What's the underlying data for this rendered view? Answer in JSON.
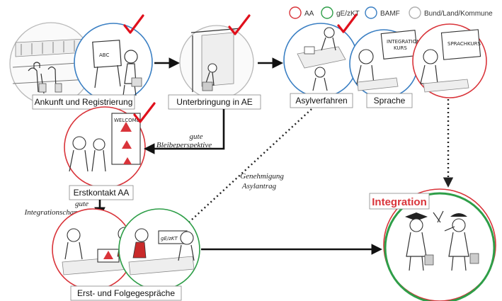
{
  "legend": [
    {
      "label": "AA",
      "color": "#d9343a"
    },
    {
      "label": "gE/zKT",
      "color": "#2e9e48"
    },
    {
      "label": "BAMF",
      "color": "#3a7fc3"
    },
    {
      "label": "Bund/Land/Kommune",
      "color": "#b0b0b0"
    }
  ],
  "stages": {
    "arrival": "Ankunft und Registrierung",
    "housing": "Unterbringung in AE",
    "asylum": "Asylverfahren",
    "language": "Sprache",
    "first_contact": "Erstkontakt AA",
    "talks": "Erst- und Folgegespräche",
    "integration": "Integration"
  },
  "edge_labels": {
    "good_prospect": [
      "gute",
      "Bleibeperspektive"
    ],
    "approval": [
      "Genehmigung",
      "Asylantrag"
    ],
    "good_chances": [
      "gute",
      "Integrationschancen"
    ]
  },
  "board_texts": {
    "abc": "ABC",
    "welcome": "WELCOME",
    "integration_course": [
      "INTEGRATIONS",
      "KURS"
    ],
    "language_course": "SPRACHKURS",
    "ge_zkt": "gE/zKT"
  },
  "colors": {
    "red": "#d9343a",
    "green": "#2e9e48",
    "blue": "#3a7fc3",
    "gray": "#b0b0b0",
    "tick": "#e0101c"
  }
}
